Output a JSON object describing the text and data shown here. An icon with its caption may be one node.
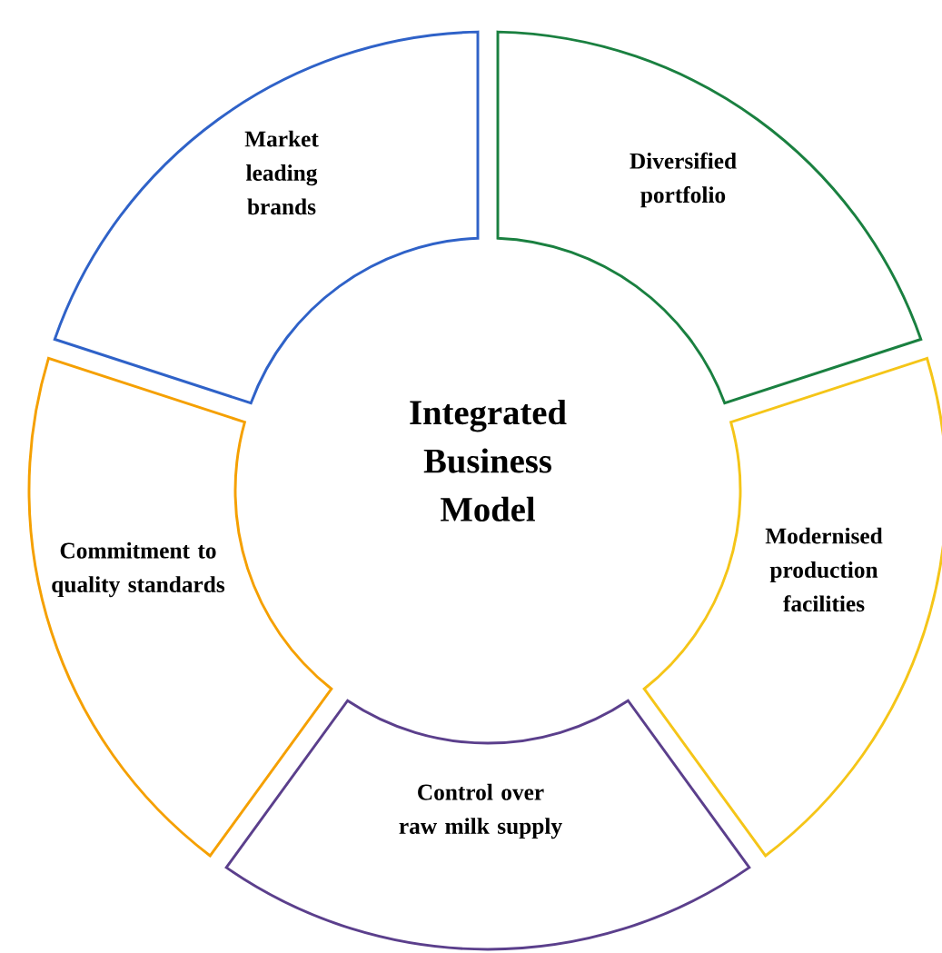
{
  "diagram": {
    "nodes": [
      {
        "text": [
          "Market leading brands"
        ]
      },
      {
        "text": [
          "Diversified portfolio"
        ]
      },
      {
        "text": [
          "Commitment to quality standards"
        ]
      },
      {
        "text": [
          "Integrated Business Model"
        ]
      },
      {
        "text": [
          "Modernised production facilities"
        ]
      },
      {
        "text": [
          "Control over raw milk supply"
        ]
      }
    ]
  }
}
